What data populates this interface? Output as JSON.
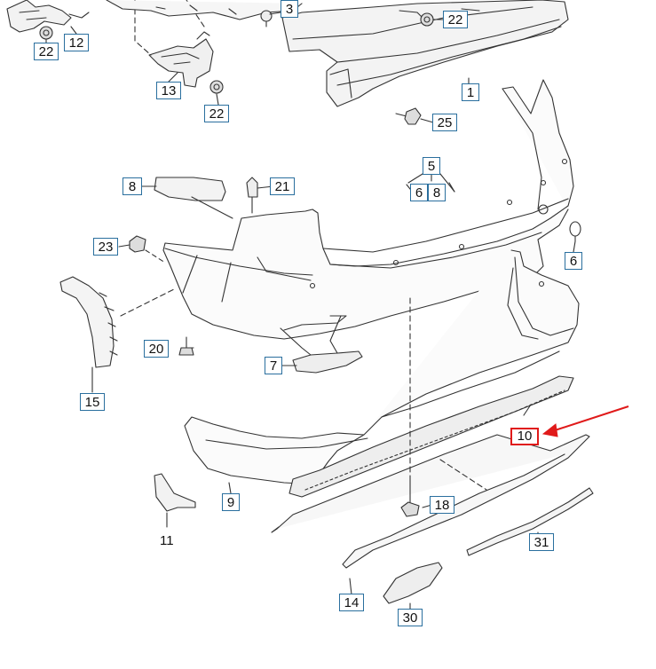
{
  "diagram": {
    "callouts": {
      "p1": "1",
      "p3": "3",
      "p5": "5",
      "p6a": "6",
      "p6b": "6",
      "p7": "7",
      "p8a": "8",
      "p8b": "8",
      "p9": "9",
      "p10": "10",
      "p11": "11",
      "p12": "12",
      "p13": "13",
      "p14": "14",
      "p15": "15",
      "p18": "18",
      "p20": "20",
      "p21": "21",
      "p22a": "22",
      "p22b": "22",
      "p22c": "22",
      "p23": "23",
      "p25": "25",
      "p30": "30",
      "p31": "31"
    },
    "highlighted_part": "10",
    "colors": {
      "line": "#333333",
      "label_border": "#2a6f9e",
      "highlight": "#e01a1a",
      "arrow": "#e01a1a"
    }
  }
}
